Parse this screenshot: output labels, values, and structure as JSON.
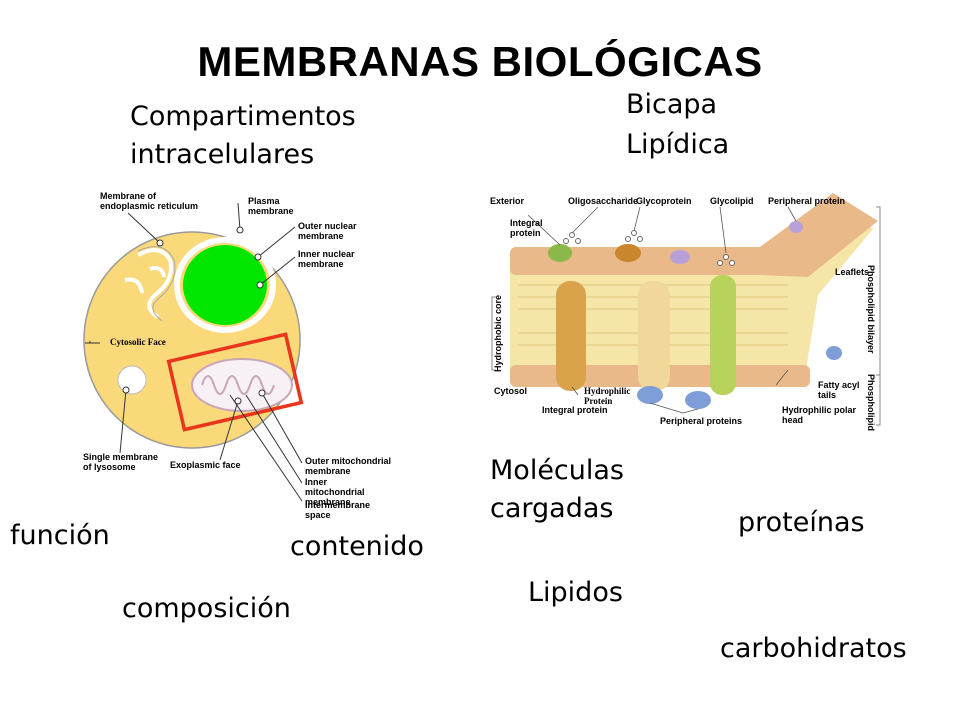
{
  "title": "MEMBRANAS BIOLÓGICAS",
  "left_heading": {
    "line1": "Compartimentos",
    "line2": "intracelulares"
  },
  "right_heading": {
    "line1": "Bicapa",
    "line2": "Lipídica"
  },
  "cell_labels": {
    "er": "Membrane of endoplasmic reticulum",
    "plasma": "Plasma membrane",
    "outer_nuclear": "Outer nuclear membrane",
    "inner_nuclear": "Inner nuclear membrane",
    "cytosolic": "Cytosolic Face",
    "outer_mito": "Outer mitochondrial membrane",
    "inner_mito": "Inner mitochondrial membrane",
    "intermembrane": "Intermembrane space",
    "lysosome": "Single membrane of lysosome",
    "exoplasmic": "Exoplasmic face"
  },
  "bilayer_labels": {
    "exterior": "Exterior",
    "integral_protein_top": "Integral protein",
    "oligosaccharide": "Oligosaccharide",
    "glycoprotein": "Glycoprotein",
    "glycolipid": "Glycolipid",
    "peripheral_protein": "Peripheral protein",
    "leaflets": "Leaflets",
    "phospholipid_bilayer": "Phospholipid bilayer",
    "hydrophobic_core": "Hydrophobic core",
    "cytosol": "Cytosol",
    "hydrophilic_protein": "Hydrophilic Protein",
    "integral_protein_bottom": "Integral protein",
    "peripheral_proteins": "Peripheral proteins",
    "fatty_acyl": "Fatty acyl tails",
    "hydrophilic_head": "Hydrophilic polar head",
    "phospholipid": "Phospholipid"
  },
  "keywords": {
    "funcion": "función",
    "contenido": "contenido",
    "composicion": "composición",
    "moleculas_1": "Moléculas",
    "moleculas_2": "cargadas",
    "proteinas": "proteínas",
    "lipidos": "Lipidos",
    "carbohidratos": "carbohidratos"
  },
  "colors": {
    "cytoplasm": "#FAD97A",
    "nucleus": "#00E600",
    "highlight_box": "#E8351C",
    "lipid_head": "#E9B98A",
    "protein_orange": "#D9A24B",
    "protein_green": "#B7D35C",
    "peripheral_blue": "#7F9ED8"
  }
}
